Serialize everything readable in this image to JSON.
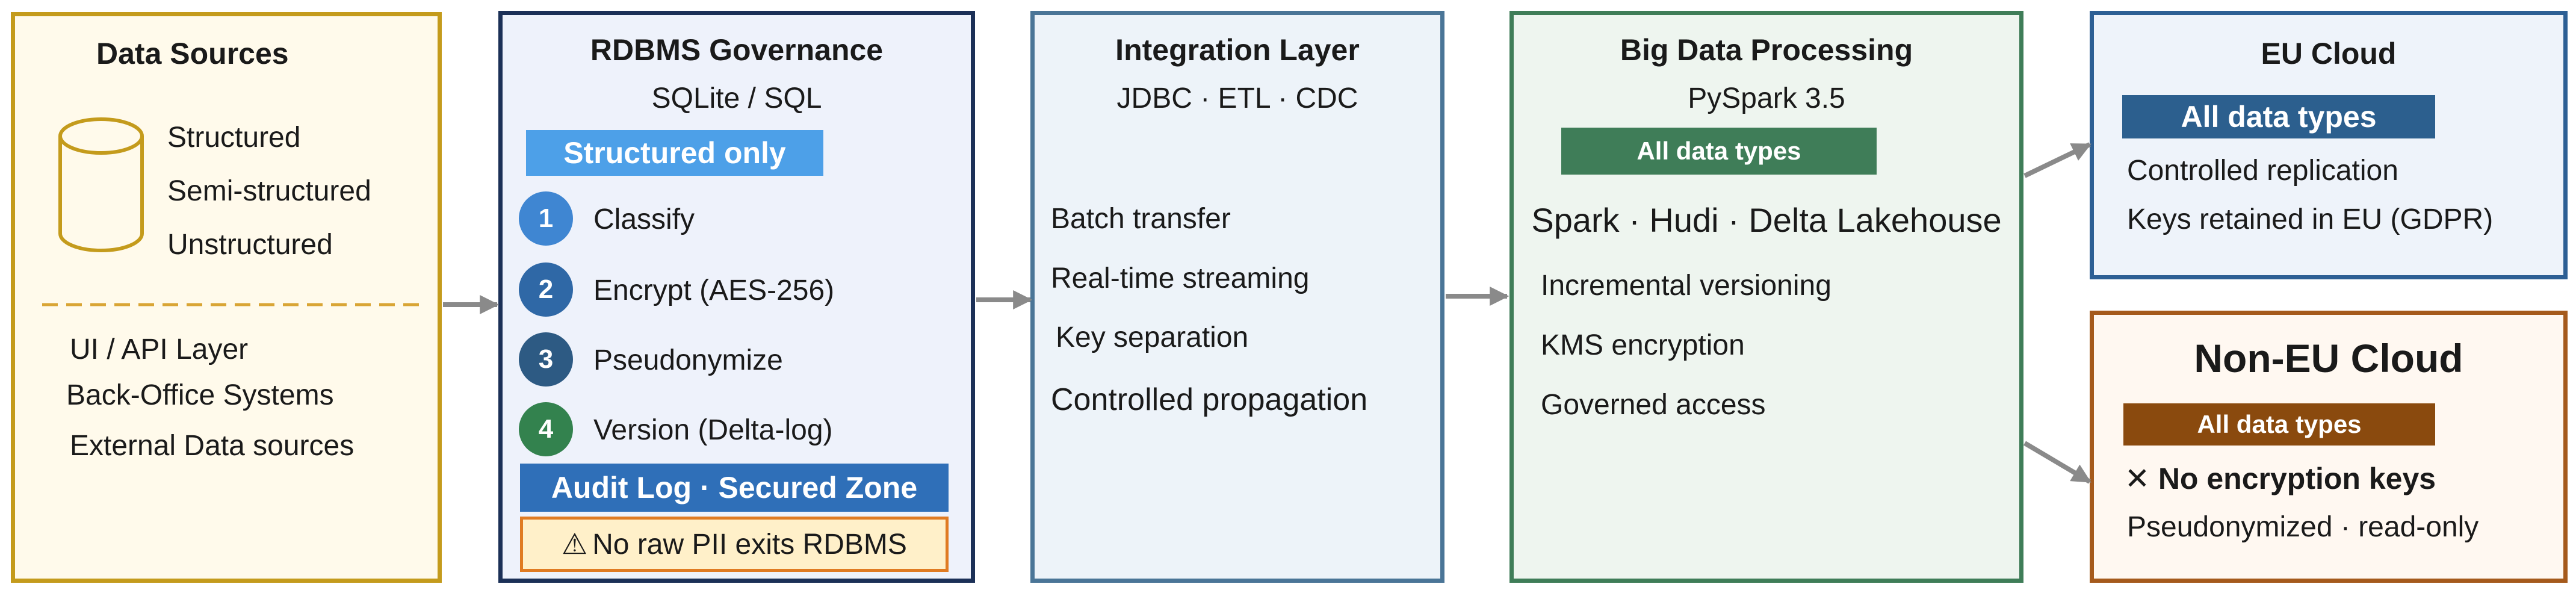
{
  "colors": {
    "sources_border": "#c49b1c",
    "sources_fill": "#fffaeb",
    "rdbms_border": "#1b3057",
    "rdbms_fill": "#eef2fb",
    "integration_border": "#4a7597",
    "integration_fill": "#edf3f9",
    "bigdata_border": "#3f7d58",
    "bigdata_fill": "#eef5ef",
    "eu_border": "#2d5f94",
    "eu_fill": "#eef3fa",
    "noneu_border": "#a55a1c",
    "noneu_fill": "#fff8f1",
    "arrow": "#8a8a8a"
  },
  "sources": {
    "title": "Data Sources",
    "icon": "database-cylinder-icon",
    "types": [
      "Structured",
      "Semi-structured",
      "Unstructured"
    ],
    "origins": [
      "UI / API Layer",
      "Back-Office Systems",
      "External Data sources"
    ]
  },
  "rdbms": {
    "title": "RDBMS Governance",
    "subtitle": "SQLite / SQL",
    "badge": "Structured only",
    "steps": [
      {
        "num": "1",
        "label": "Classify"
      },
      {
        "num": "2",
        "label": "Encrypt (AES-256)"
      },
      {
        "num": "3",
        "label": "Pseudonymize"
      },
      {
        "num": "4",
        "label": "Version (Delta-log)"
      }
    ],
    "audit": "Audit Log · Secured Zone",
    "warning_icon": "warning-icon",
    "warning": "No raw PII exits RDBMS"
  },
  "integration": {
    "title": "Integration Layer",
    "subtitle": "JDBC · ETL · CDC",
    "items": [
      "Batch transfer",
      "Real-time streaming",
      "Key separation",
      "Controlled propagation"
    ]
  },
  "bigdata": {
    "title": "Big Data Processing",
    "subtitle": "PySpark 3.5",
    "badge": "All data types",
    "stack": "Spark · Hudi · Delta Lakehouse",
    "items": [
      "Incremental versioning",
      "KMS encryption",
      "Governed access"
    ]
  },
  "eu": {
    "title": "EU Cloud",
    "badge": "All data types",
    "items": [
      "Controlled replication",
      "Keys retained in EU (GDPR)"
    ]
  },
  "noneu": {
    "title": "Non-EU Cloud",
    "badge": "All data types",
    "x_icon": "cross-icon",
    "no_keys": "No encryption keys",
    "access": "Pseudonymized · read-only"
  }
}
